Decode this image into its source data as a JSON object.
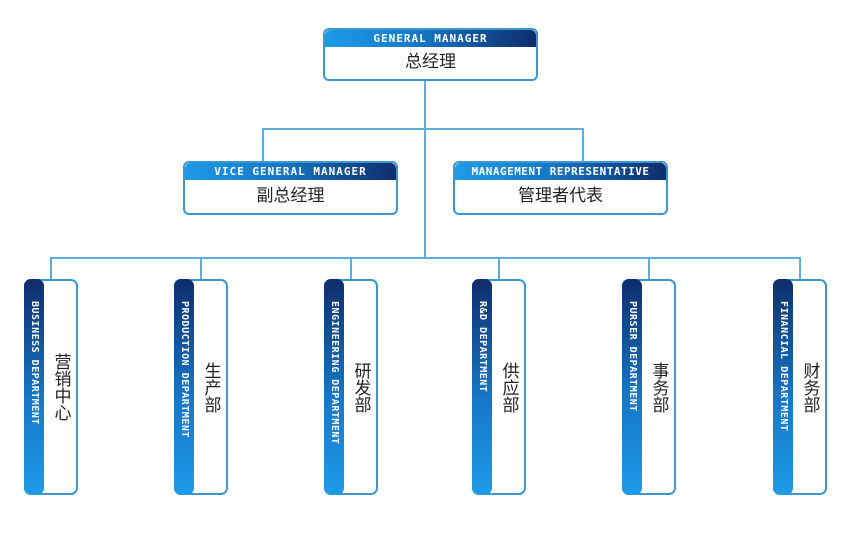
{
  "top": {
    "en": "GENERAL MANAGER",
    "cn": "总经理"
  },
  "second": [
    {
      "en": "VICE GENERAL MANAGER",
      "cn": "副总经理"
    },
    {
      "en": "MANAGEMENT REPRESENTATIVE",
      "cn": "管理者代表"
    }
  ],
  "departments": [
    {
      "en": "BUSINESS DEPARTMENT",
      "cn": "营销中心"
    },
    {
      "en": "PRODUCTION DEPARTMENT",
      "cn": "生产部"
    },
    {
      "en": "ENGINEERING DEPARTMENT",
      "cn": "研发部"
    },
    {
      "en": "R&D DEPARTMENT",
      "cn": "供应部"
    },
    {
      "en": "PURSER DEPARTMENT",
      "cn": "事务部"
    },
    {
      "en": "FINANCIAL DEPARTMENT",
      "cn": "财务部"
    }
  ],
  "colors": {
    "accent": "#1677c6",
    "dark": "#0f2d6b",
    "line": "#5eaedb",
    "border": "#3d97cf"
  }
}
